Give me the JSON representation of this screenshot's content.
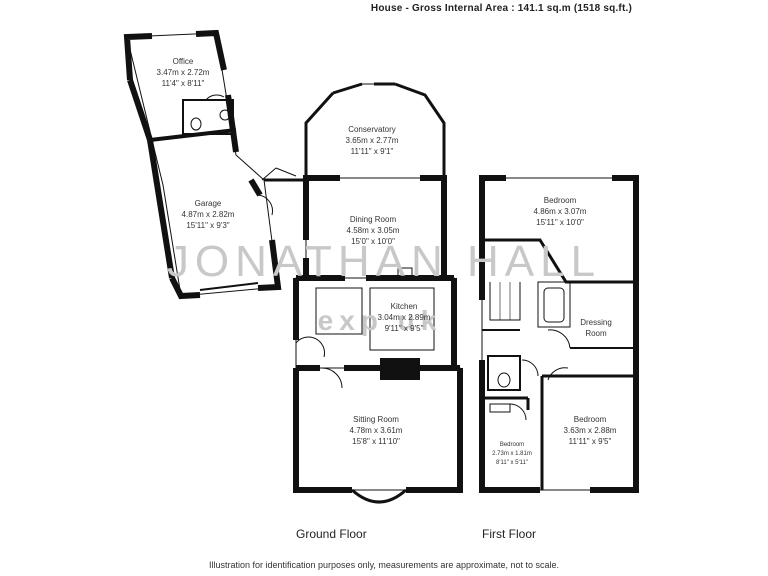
{
  "header": {
    "title": "House -  Gross Internal Area : 141.1 sq.m (1518 sq.ft.)"
  },
  "watermark": {
    "text": "JONATHAN HALL",
    "logo": "exp uk"
  },
  "floors": {
    "ground": "Ground Floor",
    "first": "First Floor"
  },
  "rooms": {
    "office": {
      "name": "Office",
      "metric": "3.47m x 2.72m",
      "imperial": "11'4\" x 8'11\""
    },
    "garage": {
      "name": "Garage",
      "metric": "4.87m x 2.82m",
      "imperial": "15'11\" x 9'3\""
    },
    "conservatory": {
      "name": "Conservatory",
      "metric": "3.65m x 2.77m",
      "imperial": "11'11\" x 9'1\""
    },
    "dining": {
      "name": "Dining Room",
      "metric": "4.58m x 3.05m",
      "imperial": "15'0\" x 10'0\""
    },
    "kitchen": {
      "name": "Kitchen",
      "metric": "3.04m x 2.89m",
      "imperial": "9'11\" x 9'5\""
    },
    "sitting": {
      "name": "Sitting Room",
      "metric": "4.78m x 3.61m",
      "imperial": "15'8\" x 11'10\""
    },
    "bedroom1": {
      "name": "Bedroom",
      "metric": "4.86m x 3.07m",
      "imperial": "15'11\" x 10'0\""
    },
    "dressing": {
      "name": "Dressing",
      "name2": "Room"
    },
    "bedroom2": {
      "name": "Bedroom",
      "metric": "3.63m x 2.88m",
      "imperial": "11'11\" x 9'5\""
    },
    "bedroom3": {
      "name": "Bedroom",
      "metric": "2.73m x 1.81m",
      "imperial": "8'11\" x 5'11\""
    }
  },
  "footer": {
    "note": "Illustration for identification purposes only, measurements are approximate, not to scale."
  }
}
